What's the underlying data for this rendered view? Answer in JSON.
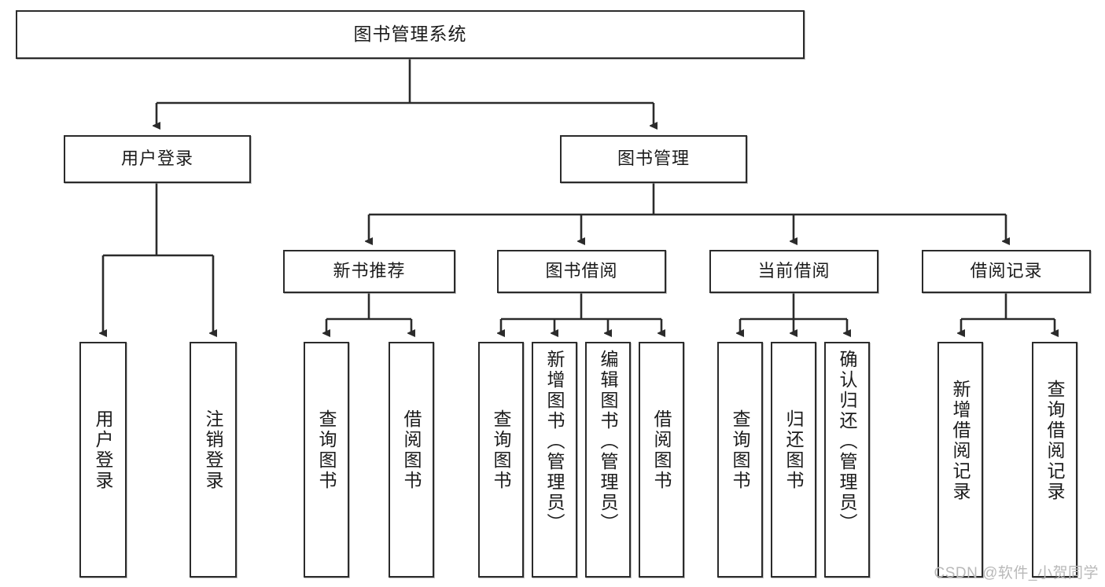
{
  "diagram": {
    "title": "图书管理系统",
    "type": "hierarchy-tree",
    "root": {
      "label": "图书管理系统"
    },
    "level2": [
      {
        "label": "用户登录"
      },
      {
        "label": "图书管理"
      }
    ],
    "level3": [
      {
        "label": "新书推荐"
      },
      {
        "label": "图书借阅"
      },
      {
        "label": "当前借阅"
      },
      {
        "label": "借阅记录"
      }
    ],
    "leaves": {
      "user_login": [
        {
          "label": "用户登录"
        },
        {
          "label": "注销登录"
        }
      ],
      "new_book_recommend": [
        {
          "label": "查询图书"
        },
        {
          "label": "借阅图书"
        }
      ],
      "book_borrow": [
        {
          "label": "查询图书"
        },
        {
          "label": "新增图书（管理员）"
        },
        {
          "label": "编辑图书（管理员）"
        },
        {
          "label": "借阅图书"
        }
      ],
      "current_borrow": [
        {
          "label": "查询图书"
        },
        {
          "label": "归还图书"
        },
        {
          "label": "确认归还（管理员）"
        }
      ],
      "borrow_record": [
        {
          "label": "新增借阅记录"
        },
        {
          "label": "查询借阅记录"
        }
      ]
    }
  },
  "watermark": {
    "text": "CSDN @软件_小贺同学"
  },
  "colors": {
    "stroke": "#2b2b2b",
    "text": "#1b1b1b",
    "background": "#ffffff",
    "watermark": "#b9b9b9"
  }
}
